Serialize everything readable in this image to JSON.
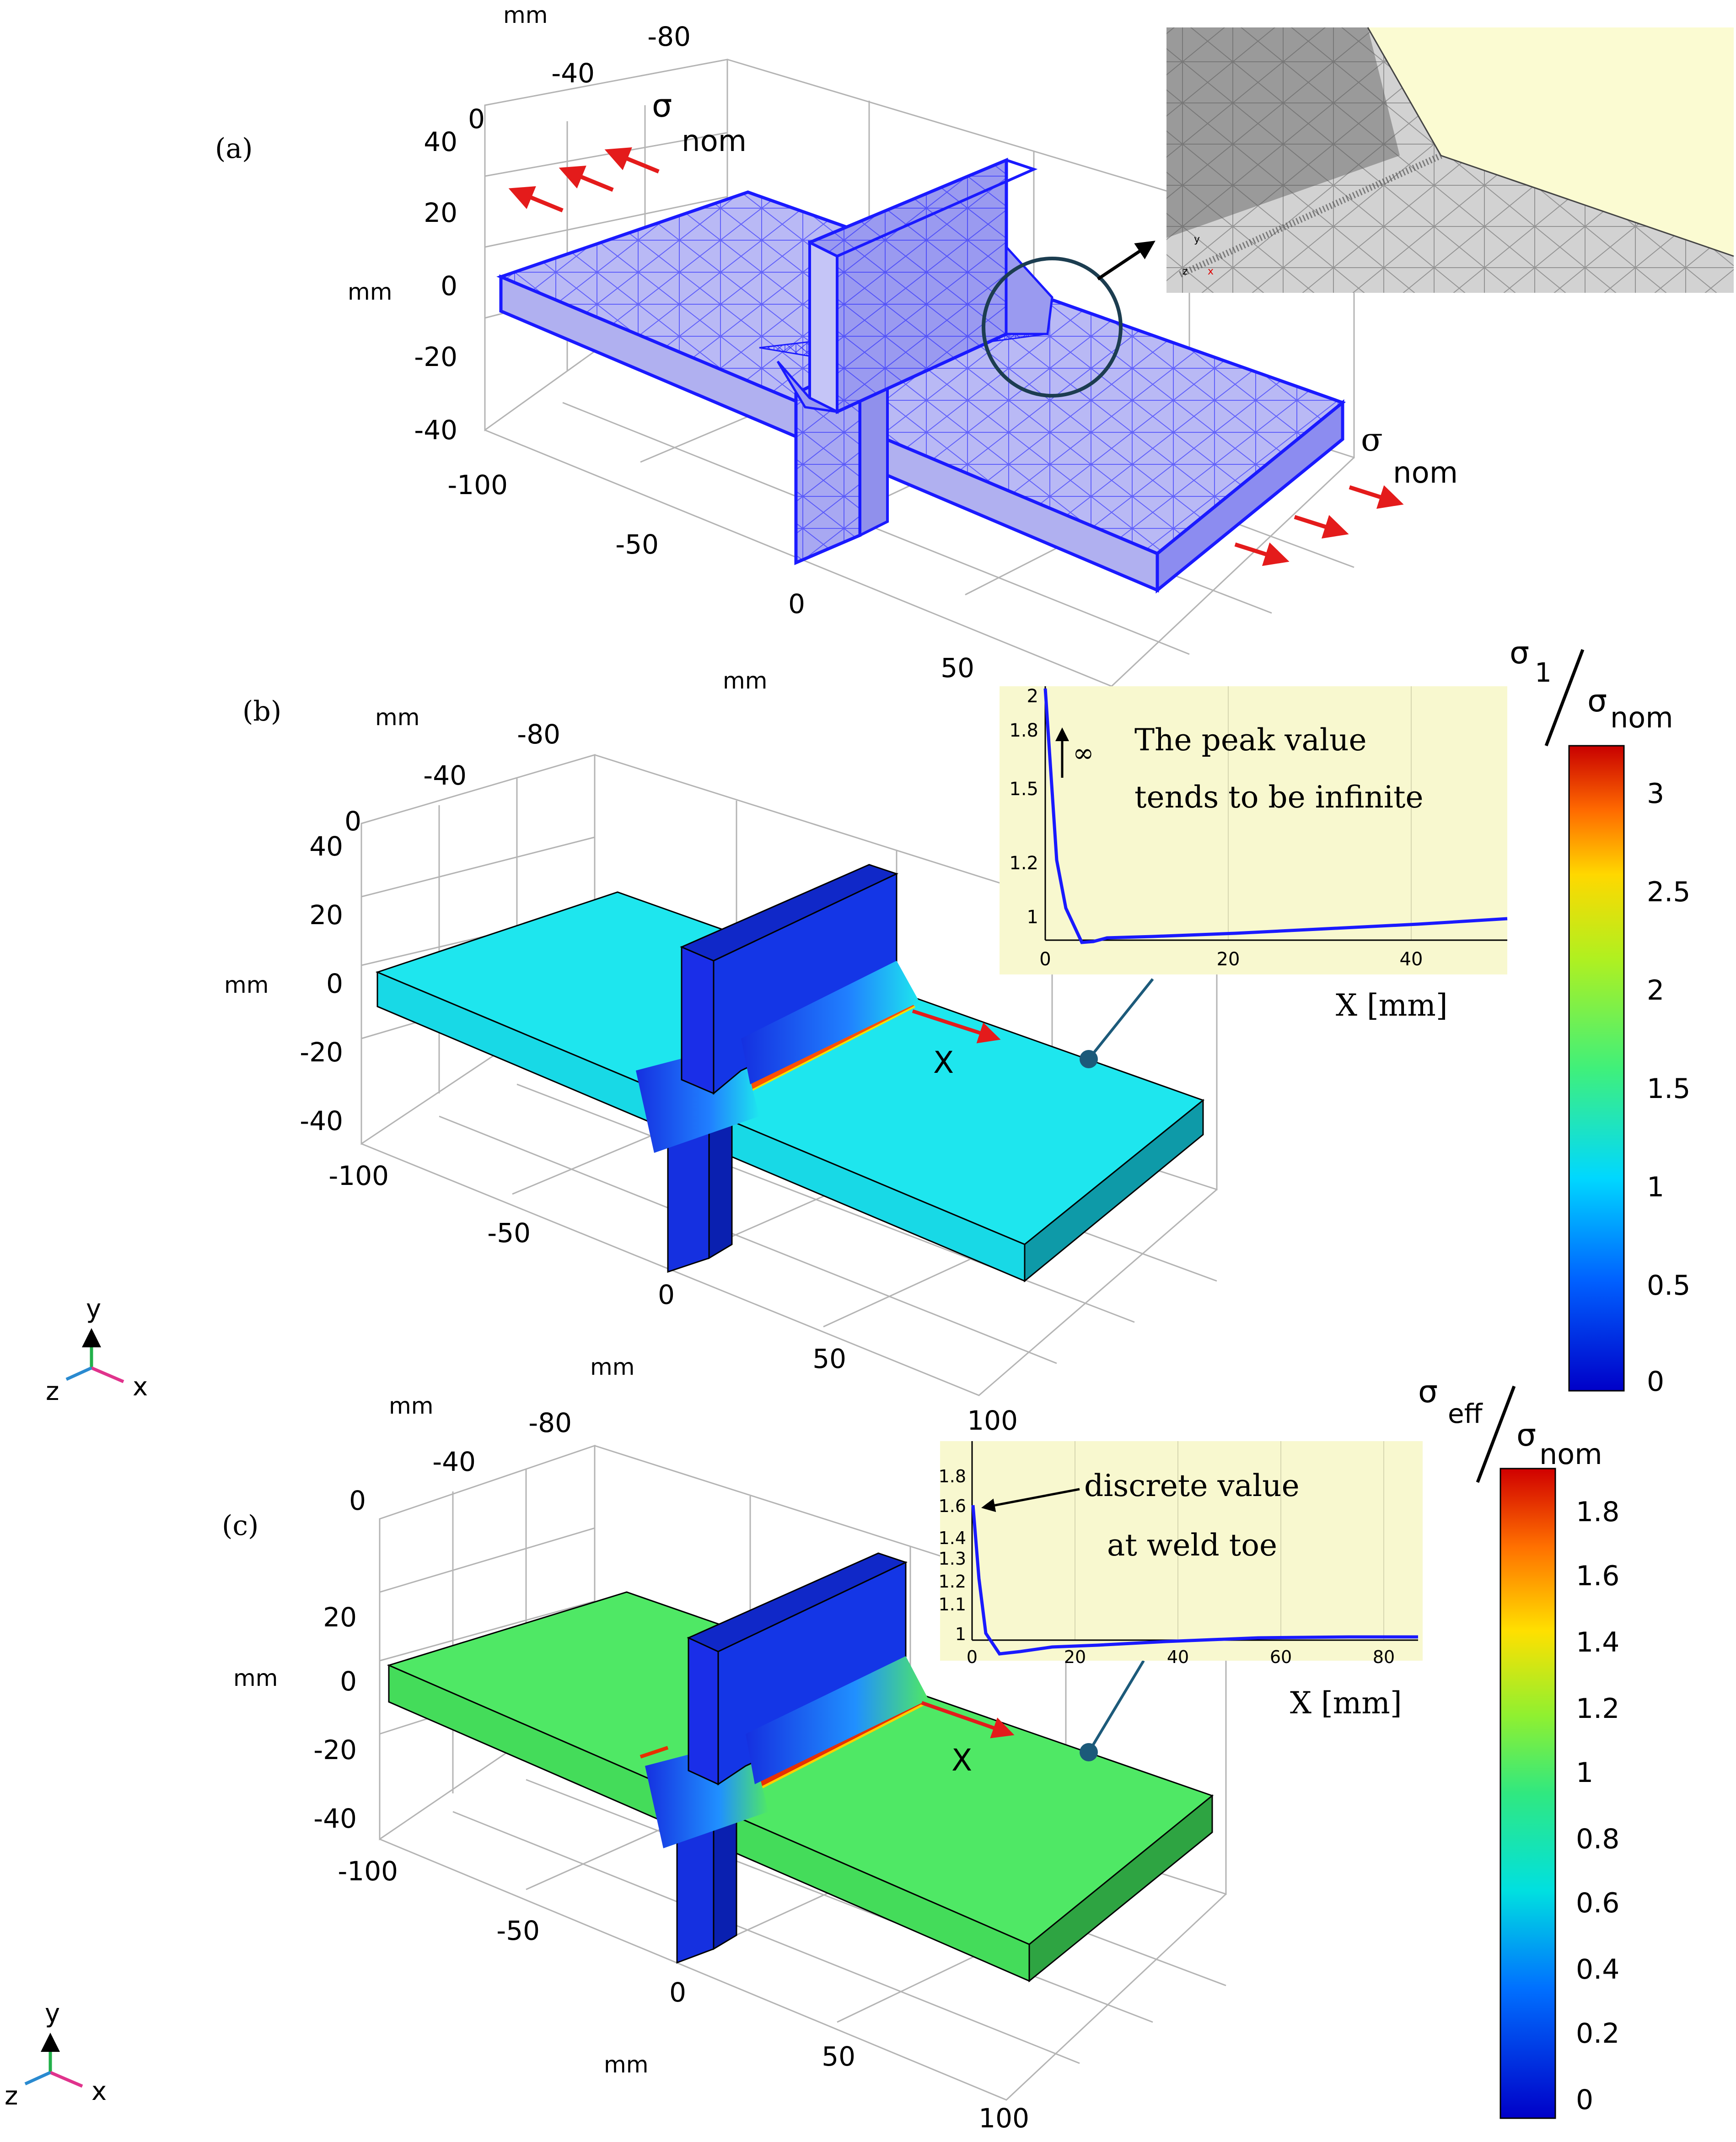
{
  "panels": [
    {
      "id": "a",
      "label": "(a)",
      "y_ticks": [
        "40",
        "20",
        "0",
        "-20",
        "-40"
      ],
      "z_ticks": [
        "0",
        "-40",
        "-80"
      ],
      "x_ticks": [
        "-100",
        "-50",
        "0",
        "50"
      ],
      "unit_y": "mm",
      "unit_z": "mm",
      "unit_x": "mm",
      "sigma": "σ",
      "nom": "nom"
    },
    {
      "id": "b",
      "label": "(b)",
      "y_ticks": [
        "40",
        "20",
        "0",
        "-20",
        "-40"
      ],
      "z_ticks": [
        "0",
        "-40",
        "-80"
      ],
      "x_ticks": [
        "-100",
        "-50",
        "0",
        "50"
      ],
      "unit_y": "mm",
      "unit_z": "mm",
      "unit_x": "mm",
      "x_arrow": "X",
      "colorbar": {
        "title_num": "σ",
        "title_num_sub": "1",
        "title_den": "σ",
        "title_den_sub": "nom",
        "ticks": [
          "3",
          "2.5",
          "2",
          "1.5",
          "1",
          "0.5",
          "0"
        ]
      },
      "inset": {
        "y_ticks": [
          "2",
          "1.8",
          "1.5",
          "1.2",
          "1"
        ],
        "x_ticks": [
          "0",
          "20",
          "40"
        ],
        "xlabel": "X [mm]",
        "infinity": "∞",
        "note_line1": "The peak value",
        "note_line2": "tends to be infinite"
      }
    },
    {
      "id": "c",
      "label": "(c)",
      "y_ticks": [
        "20",
        "0",
        "-20",
        "-40"
      ],
      "z_ticks": [
        "0",
        "-40",
        "-80"
      ],
      "x_ticks": [
        "-100",
        "-50",
        "0",
        "50",
        "100"
      ],
      "unit_y": "mm",
      "unit_z": "mm",
      "unit_x": "mm",
      "x_arrow": "X",
      "colorbar": {
        "title_num": "σ",
        "title_num_sub": "eff",
        "title_den": "σ",
        "title_den_sub": "nom",
        "ticks": [
          "1.8",
          "1.6",
          "1.4",
          "1.2",
          "1",
          "0.8",
          "0.6",
          "0.4",
          "0.2",
          "0"
        ]
      },
      "inset": {
        "y_ticks": [
          "1.8",
          "1.6",
          "1.4",
          "1.3",
          "1.2",
          "1.1",
          "1"
        ],
        "x_ticks": [
          "0",
          "20",
          "40",
          "60",
          "80"
        ],
        "xlabel": "X [mm]",
        "note_line1": "discrete value",
        "note_line2": "at weld toe"
      }
    }
  ],
  "b_extra_x_tick": "100",
  "triad": {
    "x": "x",
    "y": "y",
    "z": "z"
  },
  "colors": {
    "mesh": "#1a1aff",
    "mesh_fill": "#b9b9f5",
    "plate_b": "#1ee6ee",
    "plate_c": "#4fe865",
    "stiffener": "#1530e0",
    "arrow": "#e41b1b",
    "inset_bg": "#f8f8cf"
  }
}
